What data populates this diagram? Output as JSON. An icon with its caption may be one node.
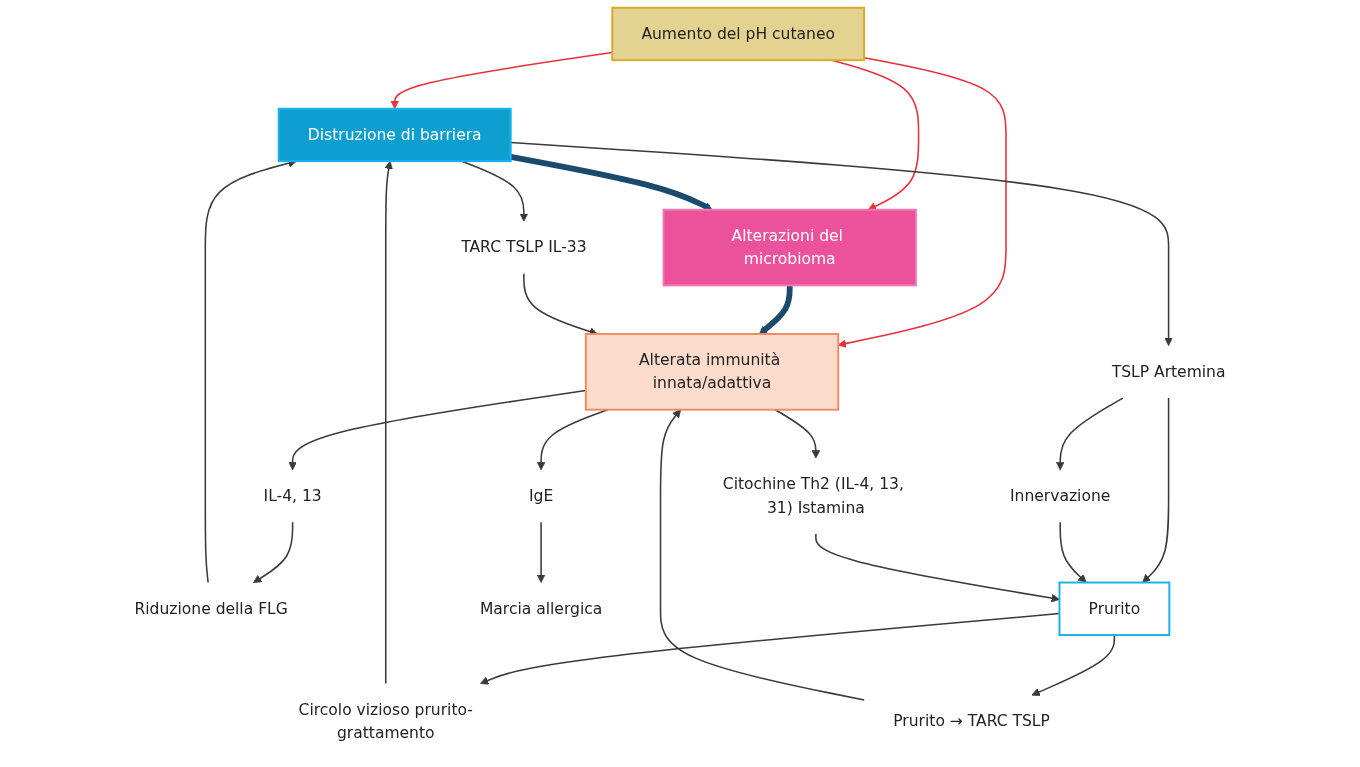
{
  "diagram": {
    "nodes": [
      {
        "text": [
          "Distruzione di barriera"
        ]
      },
      {
        "text": [
          "Aumento del pH cutaneo"
        ]
      },
      {
        "text": [
          "Circolo vizioso prurito-grattamento"
        ]
      },
      {
        "text": [
          "TSLP Artemina"
        ]
      },
      {
        "text": [
          "Alterazioni del microbioma"
        ]
      },
      {
        "text": [
          "Riduzione della FLG"
        ]
      },
      {
        "text": [
          "TARC TSLP IL-33"
        ]
      },
      {
        "text": [
          "IL-4, 13"
        ]
      },
      {
        "text": [
          "Innervazione"
        ]
      },
      {
        "text": [
          "Prurito"
        ]
      },
      {
        "text": [
          "Prurito → TARC TSLP"
        ]
      },
      {
        "text": [
          "Alterata immunità innata/adattiva"
        ]
      },
      {
        "text": [
          "Citochine Th2 (IL-4, 13, 31) Istamina"
        ]
      },
      {
        "text": [
          "IgE"
        ]
      },
      {
        "text": [
          "Marcia allergica"
        ]
      }
    ],
    "edges": [
      {
        "from": 1,
        "to": 0,
        "arrow": "to",
        "color": "#e8303a"
      },
      {
        "from": 1,
        "to": 4,
        "arrow": "to",
        "color": "#e8303a"
      },
      {
        "from": 1,
        "to": 11,
        "arrow": "to",
        "color": "#e8303a"
      },
      {
        "from": 0,
        "to": 4,
        "arrow": "to",
        "style": "thick",
        "color": "#1a4a6e"
      },
      {
        "from": 4,
        "to": 11,
        "arrow": "to",
        "style": "thick",
        "color": "#1a4a6e"
      },
      {
        "from": 0,
        "to": 6,
        "arrow": "to"
      },
      {
        "from": 0,
        "to": 3,
        "arrow": "to"
      },
      {
        "from": 2,
        "to": 0,
        "arrow": "to"
      },
      {
        "from": 9,
        "to": 2,
        "arrow": "to"
      },
      {
        "from": 3,
        "to": 9,
        "arrow": "to"
      },
      {
        "from": 3,
        "to": 8,
        "arrow": "to"
      },
      {
        "from": 8,
        "to": 9,
        "arrow": "to"
      },
      {
        "from": 9,
        "to": 10,
        "arrow": "to"
      },
      {
        "from": 10,
        "to": 11,
        "arrow": "to"
      },
      {
        "from": 11,
        "to": 12,
        "arrow": "to"
      },
      {
        "from": 12,
        "to": 9,
        "arrow": "to"
      },
      {
        "from": 11,
        "to": 7,
        "arrow": "to"
      },
      {
        "from": 7,
        "to": 5,
        "arrow": "to"
      },
      {
        "from": 5,
        "to": 0,
        "arrow": "to"
      },
      {
        "from": 6,
        "to": 11,
        "arrow": "to"
      },
      {
        "from": 11,
        "to": 13,
        "arrow": "to"
      },
      {
        "from": 13,
        "to": 14,
        "arrow": "to"
      }
    ]
  }
}
